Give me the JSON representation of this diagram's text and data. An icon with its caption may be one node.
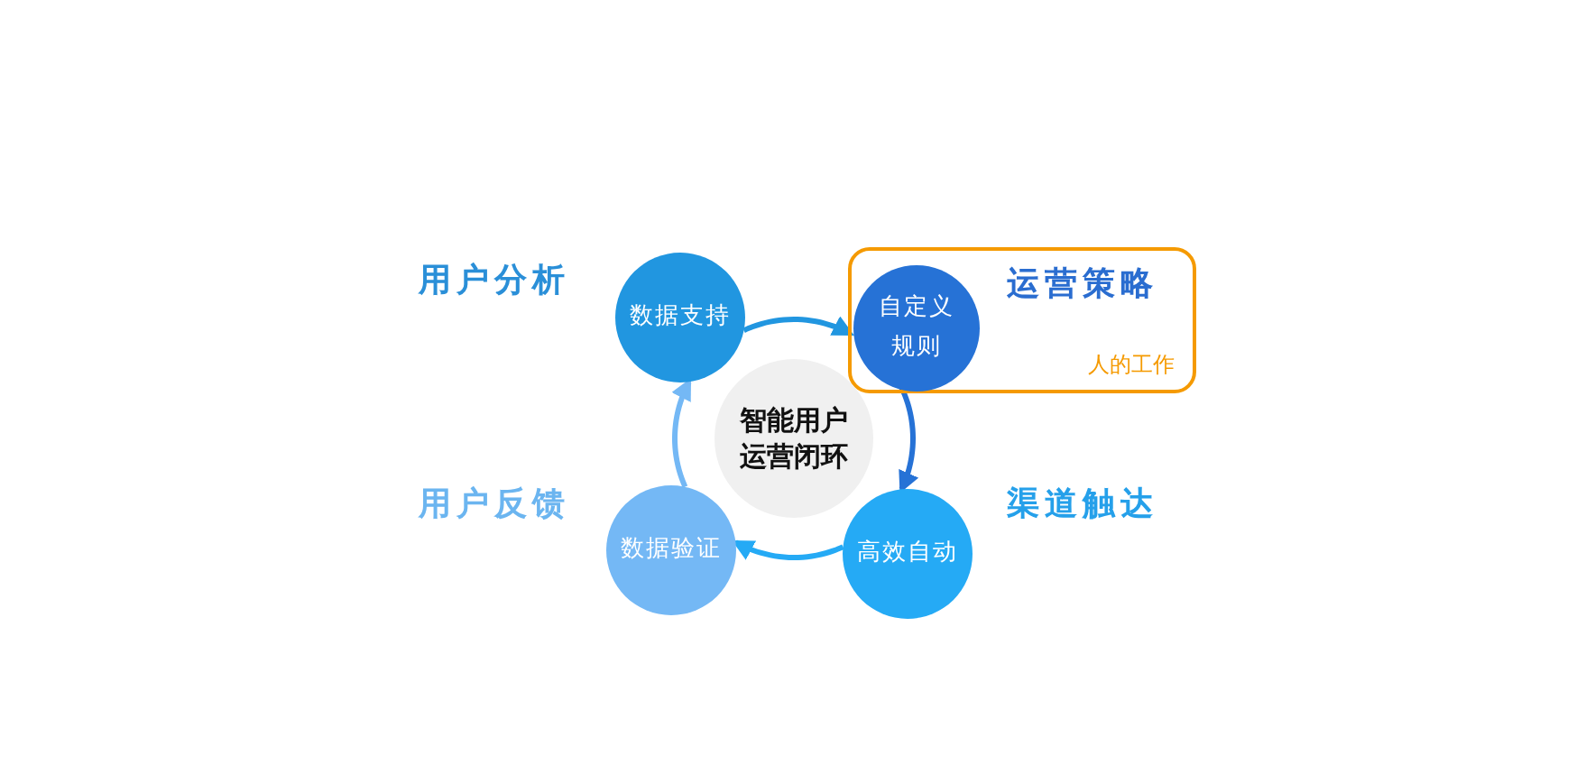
{
  "diagram": {
    "nodes": [
      {
        "text": [
          "数据支持"
        ]
      },
      {
        "text": [
          "运营策略",
          "人的工作"
        ]
      },
      {
        "text": [
          "自定义规则"
        ],
        "in": 1
      },
      {
        "text": [
          "智能用户运营闭环"
        ]
      },
      {
        "text": [
          "数据验证"
        ]
      },
      {
        "text": [
          "高效自动"
        ]
      }
    ],
    "edges": [
      {
        "from": 0,
        "to": 2,
        "arrow": "to",
        "color": "#2196e0"
      },
      {
        "from": 2,
        "to": 5,
        "arrow": "to",
        "color": "#2672d6"
      },
      {
        "from": 5,
        "to": 4,
        "arrow": "to",
        "color": "#25aaf5"
      },
      {
        "from": 4,
        "to": 0,
        "arrow": "to",
        "color": "#74b8f5"
      }
    ],
    "labels": [
      "用户分析",
      "用户反馈",
      "渠道触达"
    ]
  }
}
